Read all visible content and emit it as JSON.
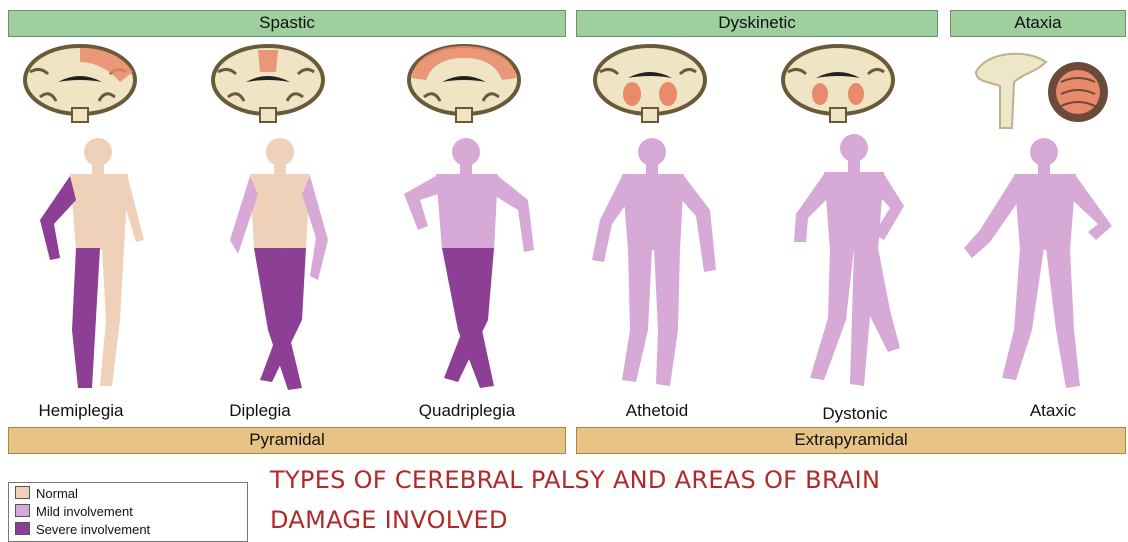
{
  "categories": {
    "spastic": "Spastic",
    "dyskinetic": "Dyskinetic",
    "ataxia": "Ataxia"
  },
  "tracts": {
    "pyramidal": "Pyramidal",
    "extrapyramidal": "Extrapyramidal"
  },
  "types": [
    "Hemiplegia",
    "Diplegia",
    "Quadriplegia",
    "Athetoid",
    "Dystonic",
    "Ataxic"
  ],
  "legend": {
    "normal": "Normal",
    "mild": "Mild involvement",
    "severe": "Severe involvement"
  },
  "caption": {
    "line1": "TYPES OF CEREBRAL PALSY AND AREAS OF BRAIN",
    "line2": "DAMAGE INVOLVED"
  },
  "colors": {
    "normal": "#efd0b8",
    "mild": "#d7a9d6",
    "severe": "#8c3f95",
    "lesion": "#e98a6a",
    "band_green": "#9fcf9f",
    "band_tan": "#e7c486",
    "caption": "#b02a2a"
  }
}
